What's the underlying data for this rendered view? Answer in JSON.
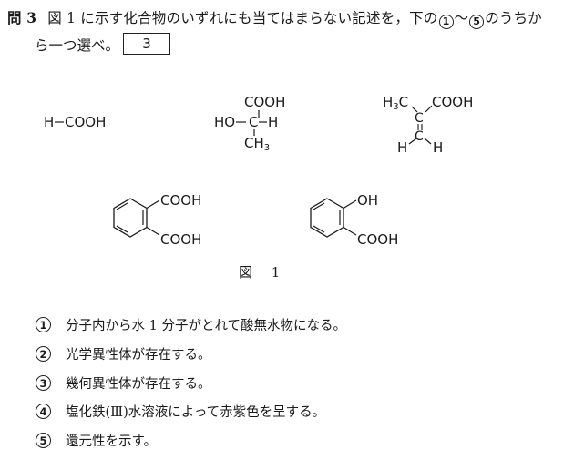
{
  "question": {
    "number": "問 3",
    "text_part1": "図 1 に示す化合物のいずれにも当てはまらない記述を，下の",
    "range_start": "1",
    "range_sep": "～",
    "range_end": "5",
    "text_part2": "のうちか",
    "line2": "ら一つ選べ。",
    "answer_box": "3"
  },
  "figure": {
    "caption": "図 1",
    "formic": {
      "h": "H",
      "group": "COOH"
    },
    "lactic": {
      "top": "COOH",
      "left": "HO",
      "c": "C",
      "right": "H",
      "bottom_main": "CH",
      "bottom_sub": "3"
    },
    "methacrylic": {
      "me_main": "H",
      "me_sub": "3",
      "me_c": "C",
      "c": "C",
      "cooh": "COOH",
      "c2": "C",
      "h_left": "H",
      "h_right": "H"
    },
    "phthalic": {
      "group1": "COOH",
      "group2": "COOH"
    },
    "salicylic": {
      "group1": "OH",
      "group2": "COOH"
    }
  },
  "options": [
    {
      "num": "1",
      "text": "分子内から水 1 分子がとれて酸無水物になる。"
    },
    {
      "num": "2",
      "text": "光学異性体が存在する。"
    },
    {
      "num": "3",
      "text": "幾何異性体が存在する。"
    },
    {
      "num": "4",
      "text": "塩化鉄(Ⅲ)水溶液によって赤紫色を呈する。"
    },
    {
      "num": "5",
      "text": "還元性を示す。"
    }
  ]
}
